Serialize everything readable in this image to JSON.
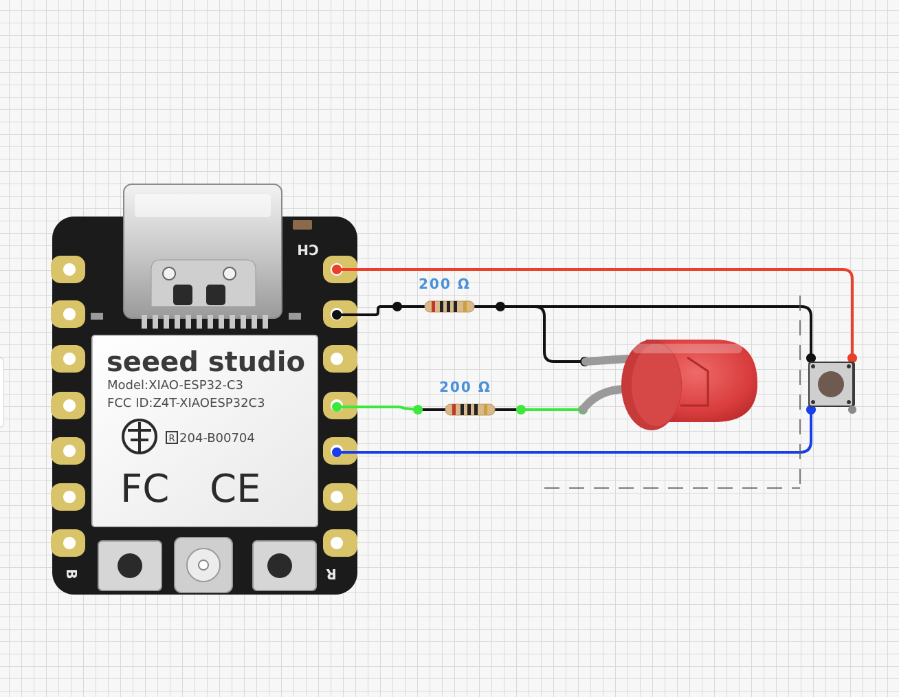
{
  "board": {
    "brand": "seeed studio",
    "model": "Model:XIAO-ESP32-C3",
    "fcc_id": "FCC ID:Z4T-XIAOESP32C3",
    "cert": "204-B00704",
    "fc_mark": "FC",
    "ce_mark": "CE",
    "label_ch": "CH",
    "label_b": "B",
    "label_r": "R"
  },
  "resistors": [
    {
      "label": "200 Ω"
    },
    {
      "label": "200 Ω"
    }
  ],
  "wires": {
    "power": "#e8402a",
    "ground": "#111111",
    "signal": "#3de83d",
    "input": "#1a3fe8"
  }
}
